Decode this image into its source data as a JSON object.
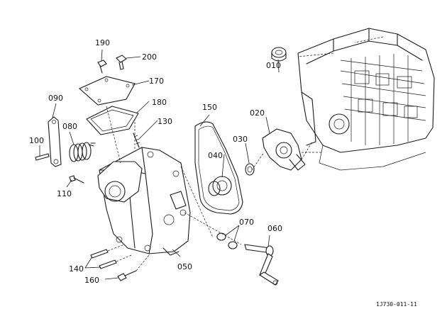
{
  "figure_ref": "1J730-011-11",
  "callouts": {
    "p010": "010",
    "p020": "020",
    "p030": "030",
    "p040": "040",
    "p050": "050",
    "p060": "060",
    "p070": "070",
    "p080": "080",
    "p090": "090",
    "p100": "100",
    "p110": "110",
    "p130": "130",
    "p140": "140",
    "p150": "150",
    "p160": "160",
    "p170": "170",
    "p180": "180",
    "p190": "190",
    "p200": "200"
  }
}
